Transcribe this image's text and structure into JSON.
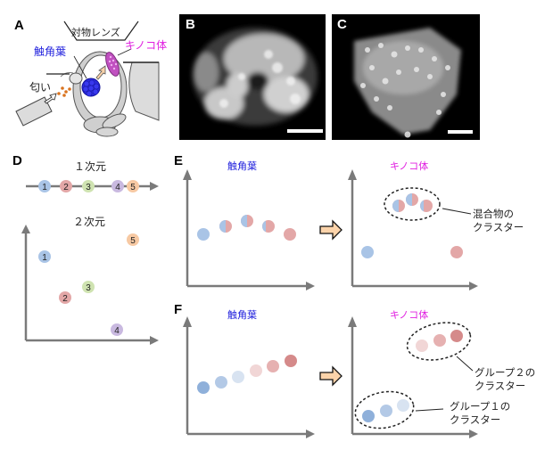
{
  "panels": {
    "A": {
      "letter": "A",
      "objective_lens_label": "対物レンズ",
      "antennal_lobe_label": "触角葉",
      "mushroom_body_label": "キノコ体",
      "odor_label": "匂い"
    },
    "B": {
      "letter": "B",
      "description": "antennal lobe fluorescence image",
      "scale_bar": true
    },
    "C": {
      "letter": "C",
      "description": "mushroom body fluorescence image",
      "scale_bar": true
    },
    "D": {
      "letter": "D",
      "one_dim_label": "１次元",
      "two_dim_label": "２次元",
      "points": [
        {
          "id": "1",
          "color": "#a9c4e6"
        },
        {
          "id": "2",
          "color": "#e3a7a7"
        },
        {
          "id": "3",
          "color": "#cfe3b1"
        },
        {
          "id": "4",
          "color": "#c9b9e0"
        },
        {
          "id": "5",
          "color": "#f7c9a3"
        }
      ]
    },
    "E": {
      "letter": "E",
      "left_title": "触角葉",
      "right_title": "キノコ体",
      "cluster_label_line1": "混合物の",
      "cluster_label_line2": "クラスター"
    },
    "F": {
      "letter": "F",
      "left_title": "触角葉",
      "right_title": "キノコ体",
      "group2_label_line1": "グループ２の",
      "group2_label_line2": "クラスター",
      "group1_label_line1": "グループ１の",
      "group1_label_line2": "クラスター"
    }
  },
  "colors": {
    "axis": "#7a7a7a",
    "blue_point": "#a9c4e6",
    "red_point": "#e3a7a7",
    "arrow_fill": "#fbd3aa",
    "antennal_lobe_blue": "#2222dd",
    "mushroom_body_pink": "#e020e0"
  },
  "chart_data": [
    {
      "type": "scatter",
      "title": "１次元",
      "panel": "D-top",
      "points": [
        {
          "label": "1",
          "x": 1.0
        },
        {
          "label": "2",
          "x": 2.0
        },
        {
          "label": "3",
          "x": 3.0
        },
        {
          "label": "4",
          "x": 4.3
        },
        {
          "label": "5",
          "x": 4.8
        }
      ]
    },
    {
      "type": "scatter",
      "title": "２次元",
      "panel": "D-bottom",
      "points": [
        {
          "label": "1",
          "x": 1.0,
          "y": 7.2
        },
        {
          "label": "2",
          "x": 2.1,
          "y": 3.9
        },
        {
          "label": "3",
          "x": 3.0,
          "y": 4.5
        },
        {
          "label": "4",
          "x": 4.9,
          "y": 1.0
        },
        {
          "label": "5",
          "x": 5.6,
          "y": 8.6
        }
      ]
    },
    {
      "type": "scatter",
      "title": "触角葉",
      "panel": "E-left",
      "points": [
        {
          "x": 1,
          "y": 3.0,
          "mix_blue": 1.0
        },
        {
          "x": 2,
          "y": 3.4,
          "mix_blue": 0.6
        },
        {
          "x": 3,
          "y": 3.6,
          "mix_blue": 0.5
        },
        {
          "x": 4,
          "y": 3.4,
          "mix_blue": 0.35
        },
        {
          "x": 5,
          "y": 2.9,
          "mix_blue": 0.0
        }
      ]
    },
    {
      "type": "scatter",
      "title": "キノコ体",
      "panel": "E-right",
      "annotation": "混合物のクラスター",
      "points": [
        {
          "x": 1.0,
          "y": 1.5,
          "mix_blue": 1.0
        },
        {
          "x": 2.5,
          "y": 4.6,
          "mix_blue": 0.55
        },
        {
          "x": 3.1,
          "y": 4.8,
          "mix_blue": 0.5
        },
        {
          "x": 3.7,
          "y": 4.6,
          "mix_blue": 0.35
        },
        {
          "x": 6.0,
          "y": 1.5,
          "mix_blue": 0.0
        }
      ]
    },
    {
      "type": "scatter",
      "title": "触角葉",
      "panel": "F-left",
      "points": [
        {
          "x": 1,
          "y": 2.0,
          "color": "#8fb0da"
        },
        {
          "x": 2,
          "y": 2.3,
          "color": "#b3c9e6"
        },
        {
          "x": 3,
          "y": 2.6,
          "color": "#d8e3f1"
        },
        {
          "x": 4,
          "y": 3.0,
          "color": "#f1d6d6"
        },
        {
          "x": 5,
          "y": 3.3,
          "color": "#e6b1b1"
        },
        {
          "x": 6,
          "y": 3.7,
          "color": "#d58a8a"
        }
      ]
    },
    {
      "type": "scatter",
      "title": "キノコ体",
      "panel": "F-right",
      "annotations": [
        "グループ２のクラスター",
        "グループ１のクラスター"
      ],
      "points": [
        {
          "x": 1.0,
          "y": 0.8,
          "color": "#8fb0da",
          "cluster": 1
        },
        {
          "x": 1.7,
          "y": 1.0,
          "color": "#b3c9e6",
          "cluster": 1
        },
        {
          "x": 2.4,
          "y": 1.2,
          "color": "#d8e3f1",
          "cluster": 1
        },
        {
          "x": 3.2,
          "y": 4.6,
          "color": "#f1d6d6",
          "cluster": 2
        },
        {
          "x": 3.9,
          "y": 4.8,
          "color": "#e6b1b1",
          "cluster": 2
        },
        {
          "x": 4.6,
          "y": 5.0,
          "color": "#d58a8a",
          "cluster": 2
        }
      ]
    }
  ]
}
